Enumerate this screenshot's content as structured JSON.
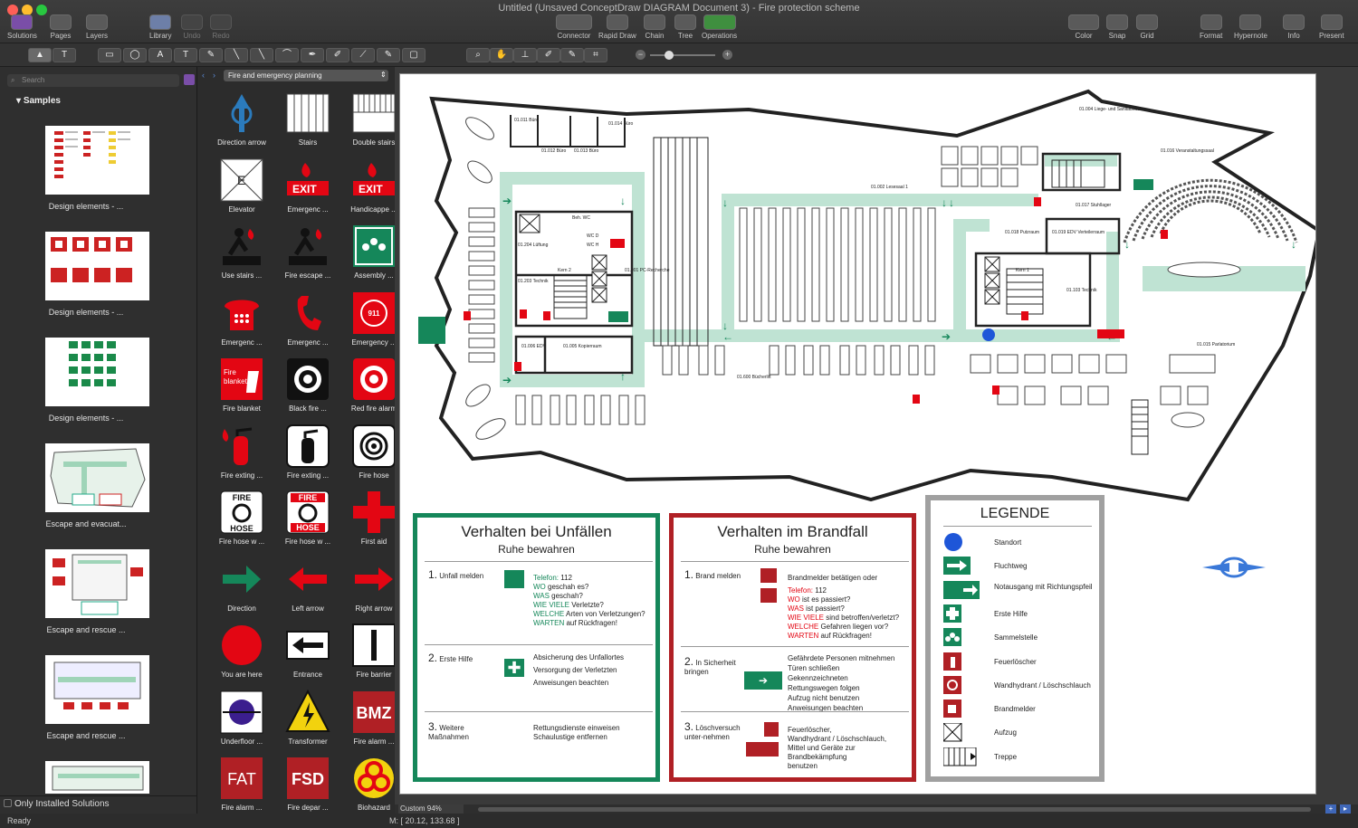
{
  "window": {
    "title": "Untitled (Unsaved ConceptDraw DIAGRAM Document 3) - Fire protection scheme"
  },
  "toolbar": {
    "solutions": "Solutions",
    "pages": "Pages",
    "layers": "Layers",
    "library": "Library",
    "undo": "Undo",
    "redo": "Redo",
    "connector": "Connector",
    "rapid_draw": "Rapid Draw",
    "chain": "Chain",
    "tree": "Tree",
    "operations": "Operations",
    "color": "Color",
    "snap": "Snap",
    "grid": "Grid",
    "format": "Format",
    "hypernote": "Hypernote",
    "info": "Info",
    "present": "Present"
  },
  "sidebar": {
    "search_placeholder": "Search",
    "section": "Samples",
    "items": [
      "Design elements - ...",
      "Design elements - ...",
      "Design elements - ...",
      "Escape and evacuat...",
      "Escape and rescue ...",
      "Escape and rescue ..."
    ],
    "only_installed": "Only Installed Solutions"
  },
  "library": {
    "selected": "Fire and emergency planning",
    "items": [
      "Direction arrow",
      "Stairs",
      "Double stairs",
      "Elevator",
      "Emergenc ...",
      "Handicappe ...",
      "Use stairs ...",
      "Fire escape ...",
      "Assembly ...",
      "Emergenc ...",
      "Emergenc ...",
      "Emergency ...",
      "Fire blanket",
      "Black fire ...",
      "Red fire alarm",
      "Fire exting ...",
      "Fire exting ...",
      "Fire hose",
      "Fire hose w ...",
      "Fire hose w ...",
      "First aid",
      "Direction",
      "Left arrow",
      "Right arrow",
      "You are here",
      "Entrance",
      "Fire barrier",
      "Underfloor ...",
      "Transformer",
      "Fire alarm ...",
      "Fire alarm ...",
      "Fire depar ...",
      "Biohazard"
    ],
    "icon_text": {
      "exit": "EXIT",
      "elevator": "E",
      "blanket": "Fire blanket",
      "dial": "EMERGENCY DIAL 911 FIRE·POLICE AMBULANCE",
      "fire": "FIRE",
      "hose": "HOSE",
      "bmz": "BMZ",
      "fat": "FAT",
      "fsd": "FSD"
    }
  },
  "status": {
    "ready": "Ready",
    "zoom": "Custom 94%",
    "mouse": "M: [ 20.12, 133.68 ]"
  },
  "plan": {
    "rooms": [
      "01.011 Büro",
      "01.012 Büro",
      "01.013 Büro",
      "01.014 Büro",
      "01.004 Liege- und Sanitätsraum",
      "01.016 Veranstaltungssaal",
      "01.002 Lesesaal 1",
      "01.017 Stuhllager",
      "01.018 Putzraum",
      "01.019 EDV Verteilerraum",
      "01.204 Lüftung",
      "01.203 Technik",
      "Kern 2",
      "Beh. WC",
      "WC D",
      "WC H",
      "01.001 PC-Recherche",
      "Kern 1",
      "01.103 Technik",
      "01.006 EDV",
      "01.005 Kopierraum",
      "01.600 Bücherlift",
      "01.015 Parlatorium"
    ]
  },
  "panel1": {
    "title": "Verhalten bei Unfällen",
    "subtitle": "Ruhe bewahren",
    "s1_num": "1.",
    "s1_label": "Unfall melden",
    "s1_lines": [
      {
        "k": "Telefon:",
        "v": " 112"
      },
      {
        "k": "WO",
        "v": " geschah es?"
      },
      {
        "k": "WAS",
        "v": " geschah?"
      },
      {
        "k": "WIE VIELE",
        "v": " Verletzte?"
      },
      {
        "k": "WELCHE",
        "v": " Arten von Verletzungen?"
      },
      {
        "k": "WARTEN",
        "v": " auf Rückfragen!"
      }
    ],
    "s2_num": "2.",
    "s2_label": "Erste Hilfe",
    "s2_lines": [
      "Absicherung des Unfallortes",
      "Versorgung der Verletzten",
      "Anweisungen beachten"
    ],
    "s3_num": "3.",
    "s3_label": "Weitere Maßnahmen",
    "s3_lines": [
      "Rettungsdienste einweisen",
      "Schaulustige entfernen"
    ]
  },
  "panel2": {
    "title": "Verhalten im Brandfall",
    "subtitle": "Ruhe bewahren",
    "s1_num": "1.",
    "s1_label": "Brand melden",
    "s1_first": "Brandmelder betätigen oder",
    "s1_lines": [
      {
        "k": "Telefon:",
        "v": " 112"
      },
      {
        "k": "WO",
        "v": " ist es passiert?"
      },
      {
        "k": "WAS",
        "v": " ist passiert?"
      },
      {
        "k": "WIE VIELE",
        "v": " sind betroffen/verletzt?"
      },
      {
        "k": "WELCHE",
        "v": " Gefahren liegen vor?"
      },
      {
        "k": "WARTEN",
        "v": " auf Rückfragen!"
      }
    ],
    "s2_num": "2.",
    "s2_label": "In Sicherheit bringen",
    "s2_lines": [
      "Gefährdete Personen mitnehmen",
      "Türen schließen",
      "Gekennzeichneten",
      "Rettungswegen folgen",
      "Aufzug nicht benutzen",
      "Anweisungen beachten"
    ],
    "s3_num": "3.",
    "s3_label": "Löschversuch unter-nehmen",
    "s3_lines": [
      "Feuerlöscher,",
      "Wandhydrant / Löschschlauch,",
      "Mittel und Geräte zur",
      "Brandbekämpfung",
      "benutzen"
    ]
  },
  "legend": {
    "title": "LEGENDE",
    "items": [
      "Standort",
      "Fluchtweg",
      "Notausgang mit Richtungspfeil",
      "Erste Hilfe",
      "Sammelstelle",
      "Feuerlöscher",
      "Wandhydrant / Löschschlauch",
      "Brandmelder",
      "Aufzug",
      "Treppe"
    ]
  },
  "colors": {
    "green": "#15875a",
    "red": "#e30613",
    "darkred": "#b02025",
    "blue": "#1e56d8",
    "route": "#bfe3d3"
  }
}
